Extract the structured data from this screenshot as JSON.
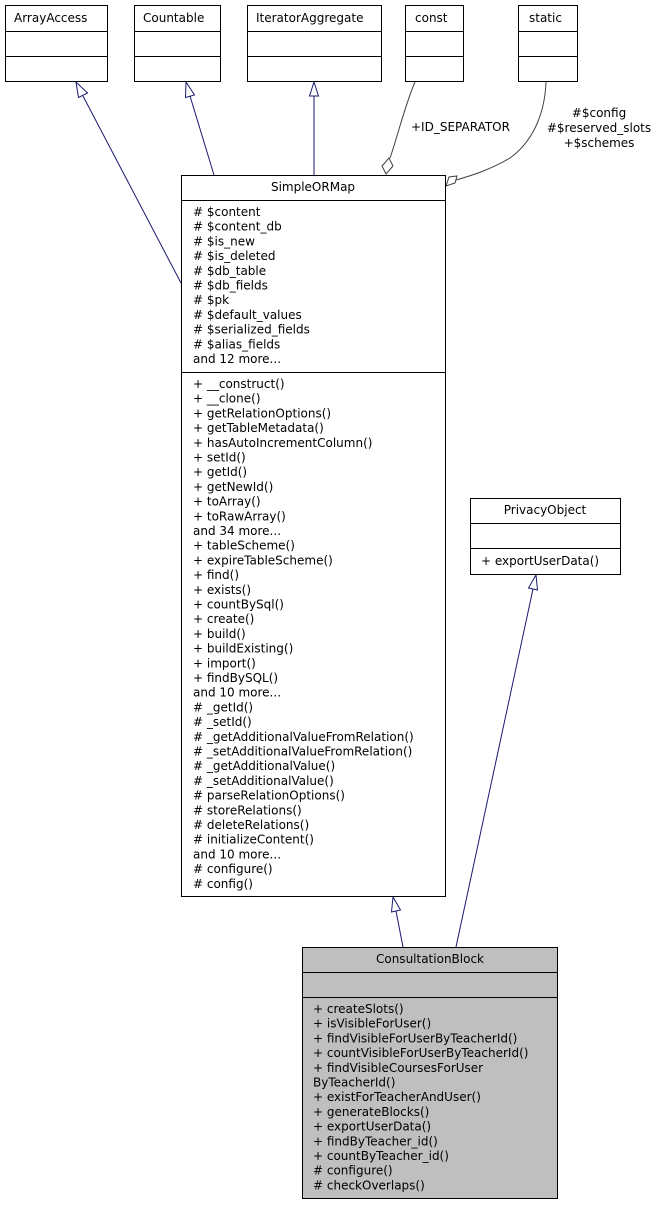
{
  "classes": {
    "array_access": {
      "name": "ArrayAccess"
    },
    "countable": {
      "name": "Countable"
    },
    "iterator_aggregate": {
      "name": "IteratorAggregate"
    },
    "const": {
      "name": "const"
    },
    "static": {
      "name": "static"
    },
    "privacy_object": {
      "name": "PrivacyObject",
      "methods": [
        "+ exportUserData()"
      ]
    },
    "simple_orm_map": {
      "name": "SimpleORMap",
      "attributes": [
        "# $content",
        "# $content_db",
        "# $is_new",
        "# $is_deleted",
        "# $db_table",
        "# $db_fields",
        "# $pk",
        "# $default_values",
        "# $serialized_fields",
        "# $alias_fields",
        "and 12 more..."
      ],
      "methods": [
        "+ __construct()",
        "+ __clone()",
        "+ getRelationOptions()",
        "+ getTableMetadata()",
        "+ hasAutoIncrementColumn()",
        "+ setId()",
        "+ getId()",
        "+ getNewId()",
        "+ toArray()",
        "+ toRawArray()",
        "and 34 more...",
        "+ tableScheme()",
        "+ expireTableScheme()",
        "+ find()",
        "+ exists()",
        "+ countBySql()",
        "+ create()",
        "+ build()",
        "+ buildExisting()",
        "+ import()",
        "+ findBySQL()",
        "and 10 more...",
        "# _getId()",
        "# _setId()",
        "# _getAdditionalValueFromRelation()",
        "# _setAdditionalValueFromRelation()",
        "# _getAdditionalValue()",
        "# _setAdditionalValue()",
        "# parseRelationOptions()",
        "# storeRelations()",
        "# deleteRelations()",
        "# initializeContent()",
        "and 10 more...",
        "# configure()",
        "# config()"
      ]
    },
    "consultation_block": {
      "name": "ConsultationBlock",
      "methods": [
        "+ createSlots()",
        "+ isVisibleForUser()",
        "+ findVisibleForUserByTeacherId()",
        "+ countVisibleForUserByTeacherId()",
        "+ findVisibleCoursesForUser",
        "ByTeacherId()",
        "+ existForTeacherAndUser()",
        "+ generateBlocks()",
        "+ exportUserData()",
        "+ findByTeacher_id()",
        "+ countByTeacher_id()",
        "# configure()",
        "# checkOverlaps()"
      ]
    }
  },
  "edge_labels": {
    "const_edge": "+ID_SEPARATOR",
    "static_edge": [
      "#$config",
      "#$reserved_slots",
      "+$schemes"
    ]
  },
  "colors": {
    "generalization_edge": "#191970",
    "aggregation_edge": "#404040",
    "highlight_fill": "#bfbfbf"
  }
}
